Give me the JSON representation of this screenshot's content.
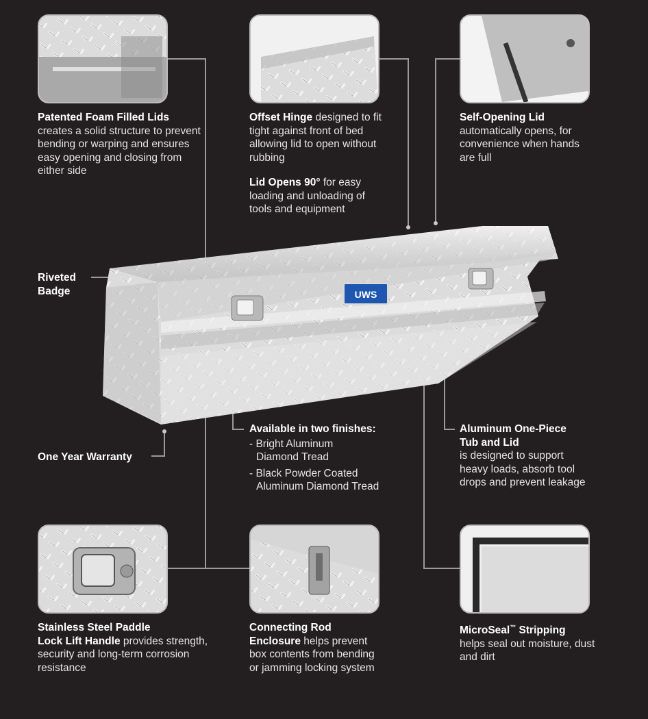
{
  "colors": {
    "background": "#231f20",
    "leader_line": "#9a9a9a",
    "badge": "#1f57b0"
  },
  "badge": {
    "label": "UWS"
  },
  "features": {
    "foam_lids": {
      "title": "Patented Foam Filled Lids",
      "body": "creates a solid structure to prevent bending or warping and ensures easy opening and closing from either side"
    },
    "offset_hinge": {
      "title": "Offset Hinge",
      "body": "designed to fit tight against front of bed allowing lid to open without rubbing"
    },
    "lid_opens": {
      "title": "Lid Opens 90°",
      "body": "for easy loading and unloading of tools and equipment"
    },
    "self_opening": {
      "title": "Self-Opening Lid",
      "body": "automatically opens, for convenience when hands are full"
    },
    "riveted_badge": {
      "title_line1": "Riveted",
      "title_line2": "Badge"
    },
    "warranty": {
      "title": "One Year Warranty"
    },
    "finishes": {
      "title": "Available in two finishes:",
      "items": [
        "- Bright Aluminum Diamond Tread",
        "- Black Powder Coated Aluminum Diamond Tread"
      ]
    },
    "one_piece": {
      "title_line1": "Aluminum One-Piece",
      "title_line2": "Tub and Lid",
      "body": "is designed to support heavy loads, absorb tool drops and prevent leakage"
    },
    "paddle_handle": {
      "title_line1": "Stainless Steel Paddle",
      "title_line2": "Lock Lift Handle",
      "body": "provides strength, security and long-term corrosion resistance"
    },
    "connecting_rod": {
      "title_line1": "Connecting Rod",
      "title_line2": "Enclosure",
      "body": "helps prevent box contents from bending or jamming locking system"
    },
    "microseal": {
      "title": "MicroSeal",
      "tm": "™",
      "title_rest": " Stripping",
      "body": "helps seal out moisture, dust and dirt"
    }
  }
}
